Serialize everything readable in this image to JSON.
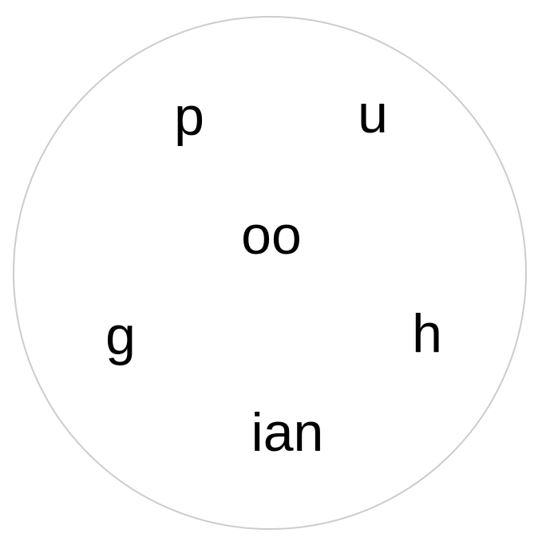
{
  "puzzle": {
    "tiles": [
      "p",
      "u",
      "oo",
      "g",
      "h",
      "ian"
    ],
    "colors": {
      "background": "#ffffff",
      "ring": "#cccccc",
      "text": "#000000"
    }
  }
}
